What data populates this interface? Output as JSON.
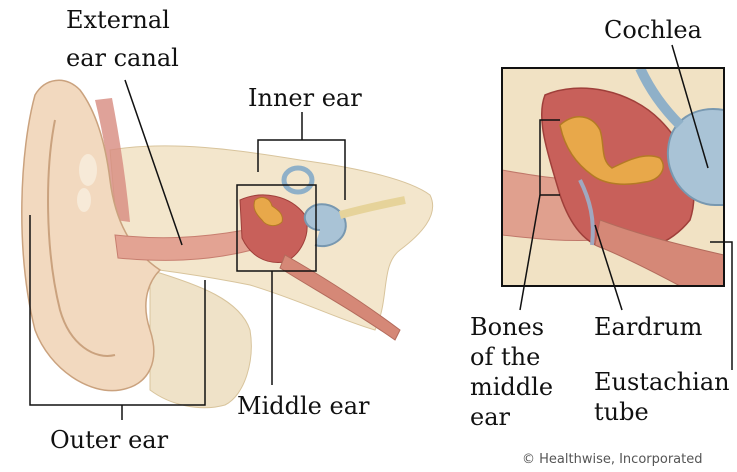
{
  "labels": {
    "external_canal_1": "External",
    "external_canal_2": "ear canal",
    "inner_ear": "Inner ear",
    "middle_ear": "Middle ear",
    "outer_ear": "Outer ear",
    "cochlea": "Cochlea",
    "bones_1": "Bones",
    "bones_2": "of the",
    "bones_3": "middle",
    "bones_4": "ear",
    "eardrum": "Eardrum",
    "eustachian_1": "Eustachian",
    "eustachian_2": "tube"
  },
  "credit": "© Healthwise, Incorporated",
  "colors": {
    "skin": "#f2d9bf",
    "skin_shade": "#d9b898",
    "bone": "#f3e6cc",
    "canal": "#e0a08e",
    "tissue": "#c8605a",
    "ossicle": "#e8a84a",
    "cochlea": "#a9c3d6",
    "line": "#111111"
  }
}
